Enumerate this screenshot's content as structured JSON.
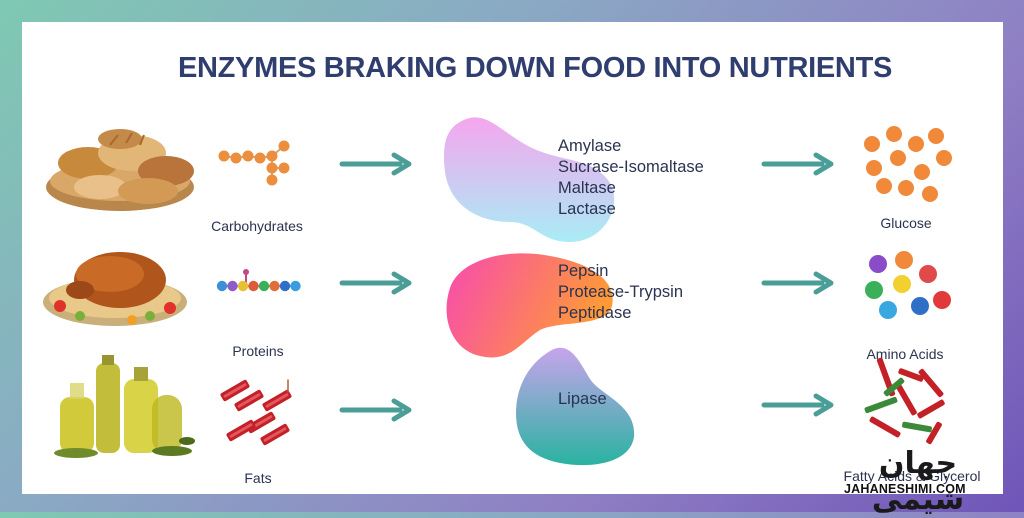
{
  "title": "ENZYMES BRAKING DOWN FOOD INTO NUTRIENTS",
  "rows": [
    {
      "food_label": "Carbohydrates",
      "enzymes": [
        "Amylase",
        "Sucrase-Isomaltase",
        "Maltase",
        "Lactase"
      ],
      "product": "Glucose"
    },
    {
      "food_label": "Proteins",
      "enzymes": [
        "Pepsin",
        "Protease-Trypsin",
        "Peptidase"
      ],
      "product": "Amino Acids"
    },
    {
      "food_label": "Fats",
      "enzymes": [
        "Lipase"
      ],
      "product": "Fatty Acids & Glycerol"
    }
  ],
  "colors": {
    "title": "#2f3e6e",
    "arrow": "#4a9e97",
    "blob_carbs": [
      "#f5a6ee",
      "#a9ecf5"
    ],
    "blob_proteins": [
      "#f74ab0",
      "#ff9a36"
    ],
    "blob_fats": [
      "#c7a4ec",
      "#29b3a1"
    ]
  },
  "watermark": {
    "persian": "جهان شیمی",
    "latin": "JAHANESHIMI.COM"
  }
}
